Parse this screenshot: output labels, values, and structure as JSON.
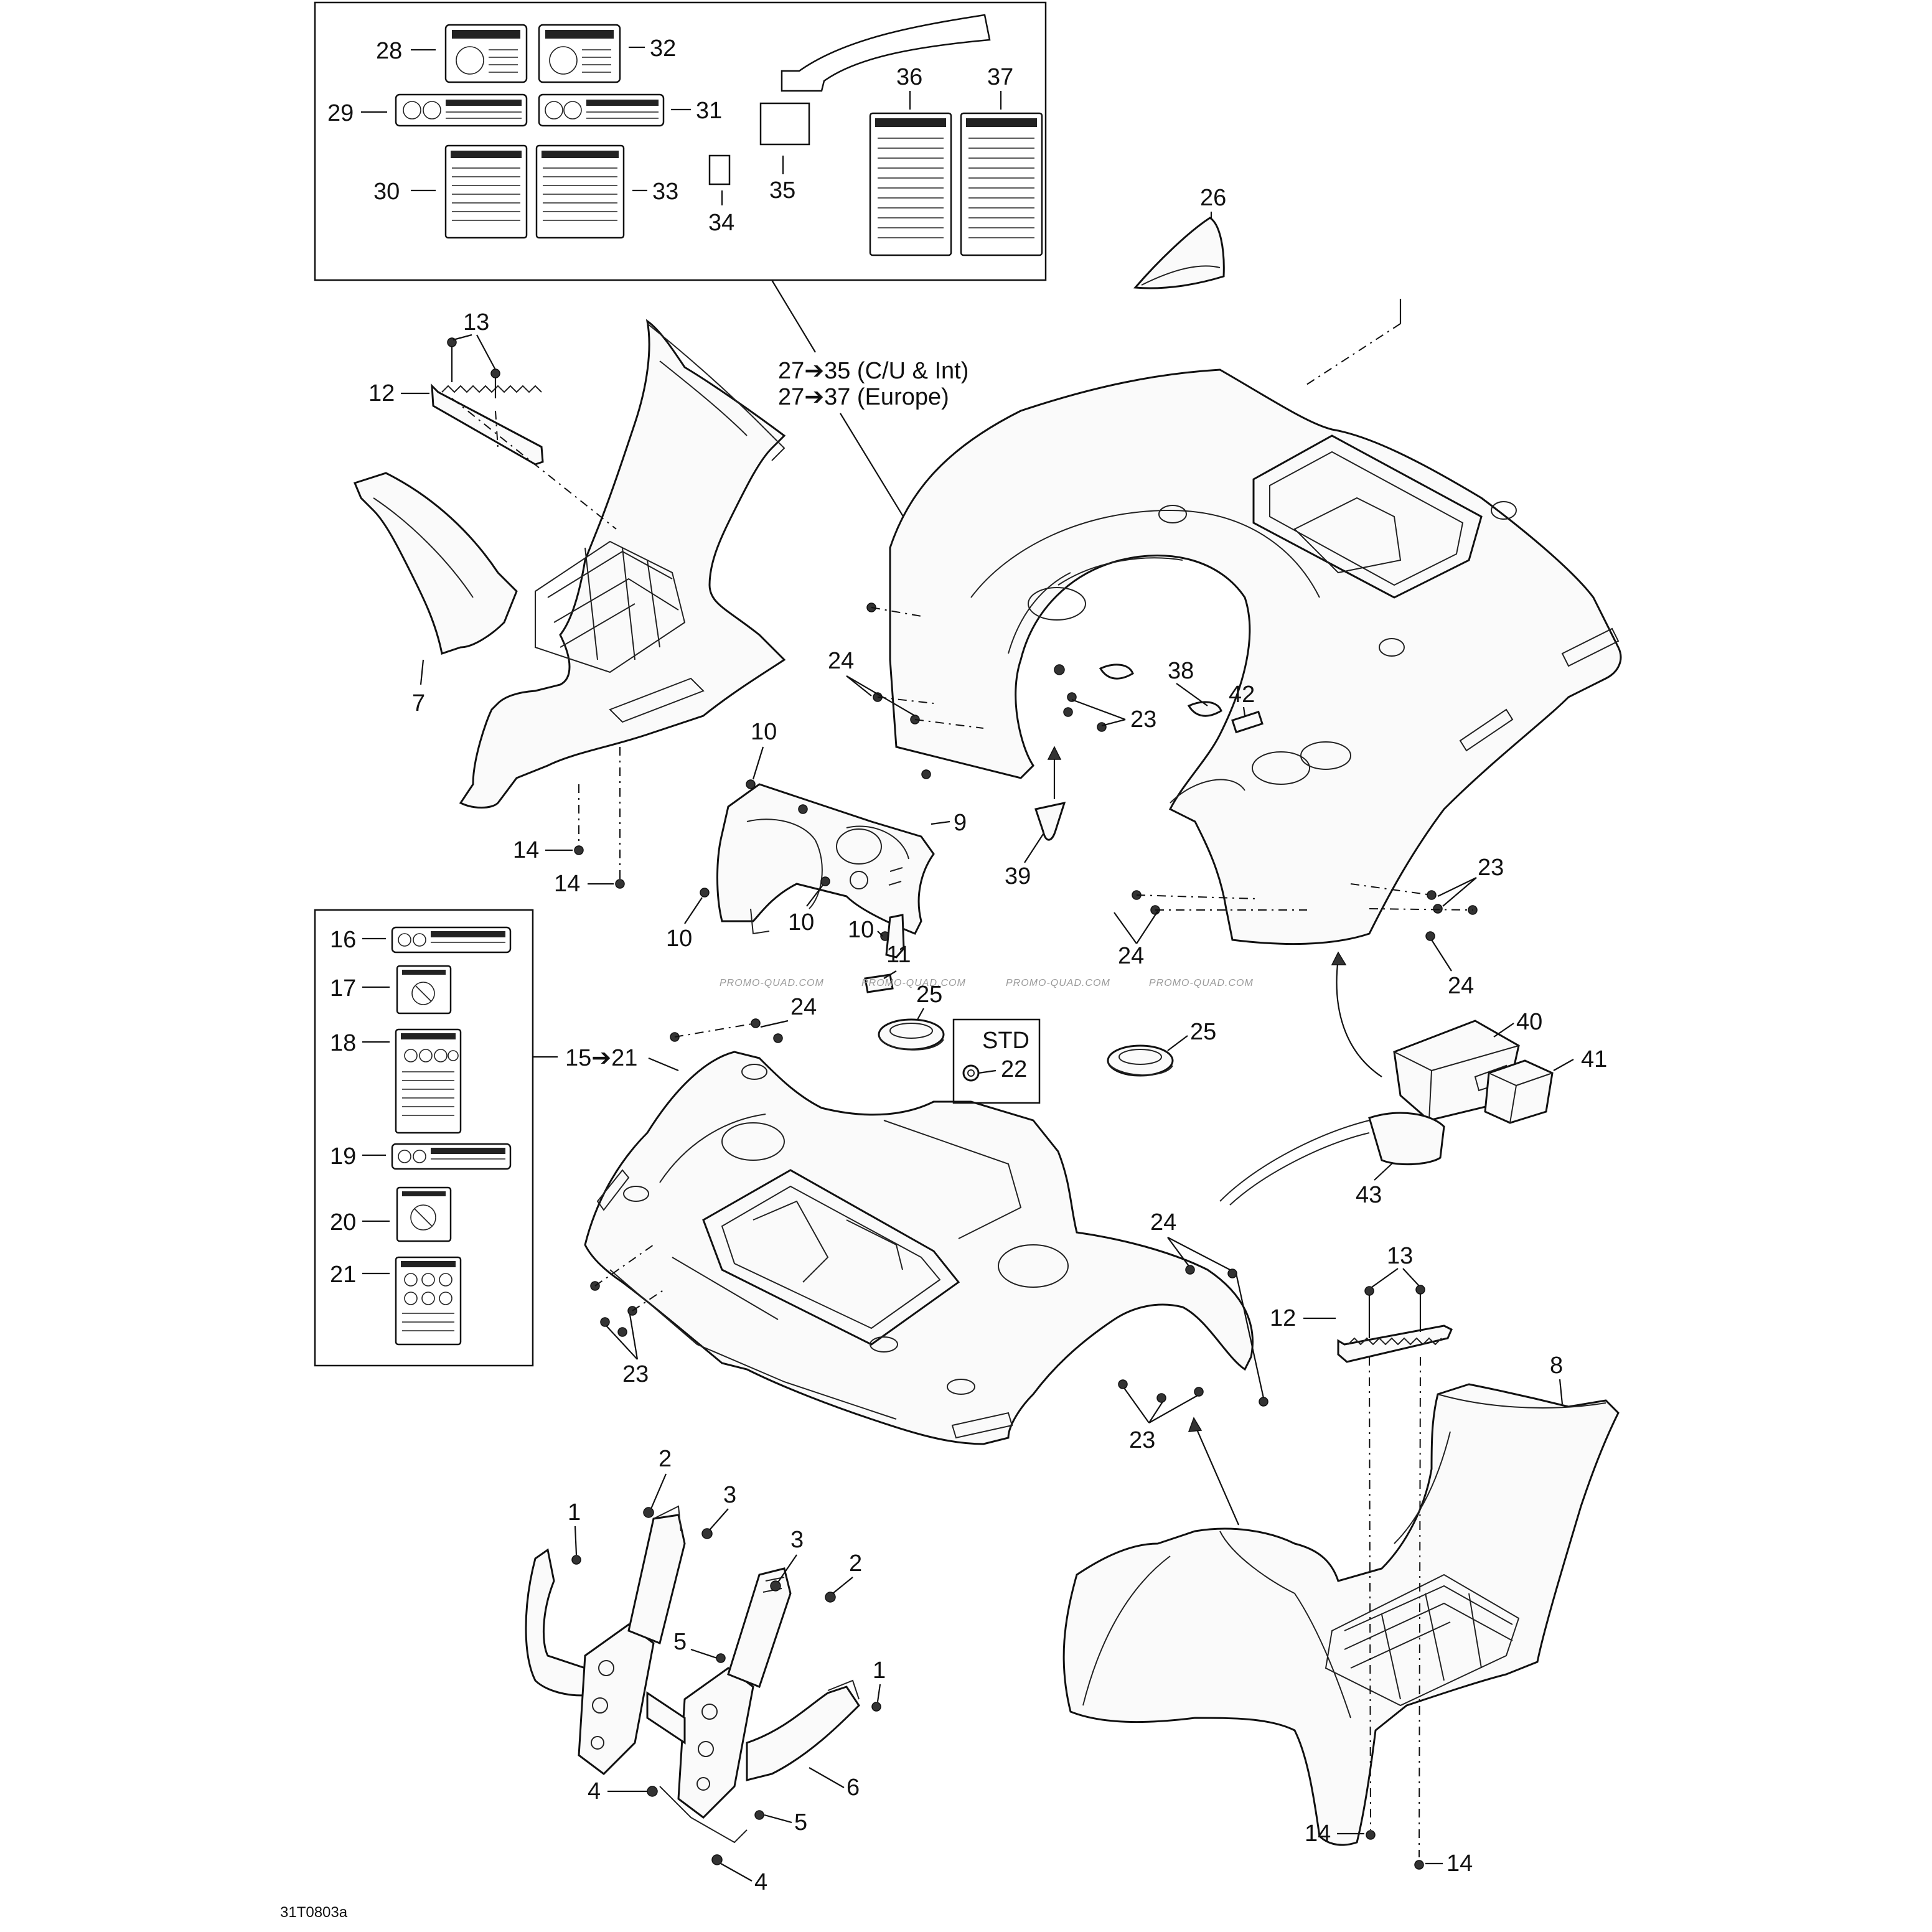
{
  "diagram": {
    "callouts": {
      "c1a": "1",
      "c1b": "1",
      "c2a": "2",
      "c2b": "2",
      "c3a": "3",
      "c3b": "3",
      "c4a": "4",
      "c4b": "4",
      "c5a": "5",
      "c5b": "5",
      "c6": "6",
      "c7": "7",
      "c8": "8",
      "c9": "9",
      "c10a": "10",
      "c10b": "10",
      "c10c": "10",
      "c10d": "10",
      "c11": "11",
      "c12a": "12",
      "c12b": "12",
      "c13a": "13",
      "c13b": "13",
      "c14a": "14",
      "c14b": "14",
      "c14c": "14",
      "c14d": "14",
      "c15_21": "15➔21",
      "c16": "16",
      "c17": "17",
      "c18": "18",
      "c19": "19",
      "c20": "20",
      "c21": "21",
      "c22": "22",
      "c23a": "23",
      "c23b": "23",
      "c23c": "23",
      "c23d": "23",
      "c24a": "24",
      "c24b": "24",
      "c24c": "24",
      "c24d": "24",
      "c24e": "24",
      "c25a": "25",
      "c25b": "25",
      "c26": "26",
      "c27_35": "27➔35 (C/U & Int)",
      "c27_37": "27➔37 (Europe)",
      "c28": "28",
      "c29": "29",
      "c30": "30",
      "c31": "31",
      "c32": "32",
      "c33": "33",
      "c34": "34",
      "c35": "35",
      "c36": "36",
      "c37": "37",
      "c38": "38",
      "c39": "39",
      "c40": "40",
      "c41": "41",
      "c42": "42",
      "c43": "43",
      "std": "STD"
    },
    "watermark": "PROMO-QUAD.COM",
    "drawing_code": "31T0803a"
  }
}
